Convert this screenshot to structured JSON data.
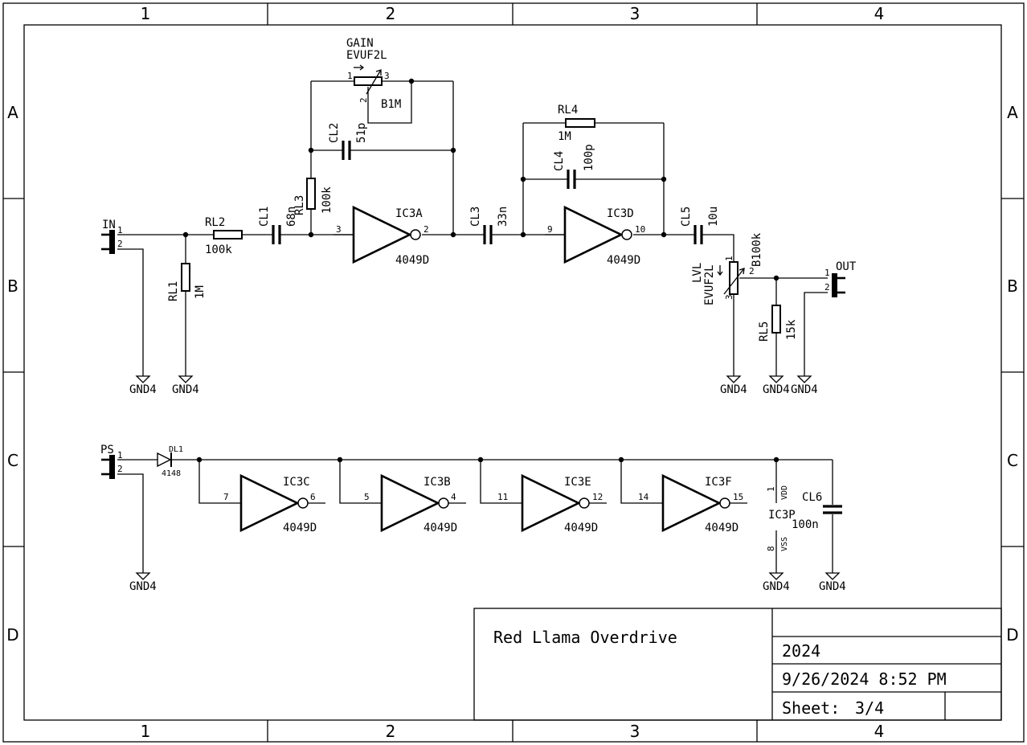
{
  "frame": {
    "columns": [
      "1",
      "2",
      "3",
      "4"
    ],
    "rows": [
      "A",
      "B",
      "C",
      "D"
    ]
  },
  "title_block": {
    "title": "Red Llama Overdrive",
    "year": "2024",
    "datetime": "9/26/2024 8:52 PM",
    "sheet_label": "Sheet:",
    "sheet_value": "3/4"
  },
  "components": {
    "in_conn": "IN",
    "out_conn": "OUT",
    "ps_conn": "PS",
    "rl1": {
      "name": "RL1",
      "value": "1M"
    },
    "rl2": {
      "name": "RL2",
      "value": "100k"
    },
    "rl3": {
      "name": "RL3",
      "value": "100k"
    },
    "rl4": {
      "name": "RL4",
      "value": "1M"
    },
    "rl5": {
      "name": "RL5",
      "value": "15k"
    },
    "cl1": {
      "name": "CL1",
      "value": "68n"
    },
    "cl2": {
      "name": "CL2",
      "value": "51p"
    },
    "cl3": {
      "name": "CL3",
      "value": "33n"
    },
    "cl4": {
      "name": "CL4",
      "value": "100p"
    },
    "cl5": {
      "name": "CL5",
      "value": "10u"
    },
    "cl6": {
      "name": "CL6",
      "value": "100n"
    },
    "gain": {
      "name": "GAIN",
      "part": "EVUF2L",
      "value": "B1M"
    },
    "lvl": {
      "name": "LVL",
      "part": "EVUF2L",
      "value": "B100k"
    },
    "dl1": {
      "name": "DL1",
      "value": "4148"
    },
    "ic3a": {
      "name": "IC3A",
      "value": "4049D"
    },
    "ic3d": {
      "name": "IC3D",
      "value": "4049D"
    },
    "ic3c": {
      "name": "IC3C",
      "value": "4049D"
    },
    "ic3b": {
      "name": "IC3B",
      "value": "4049D"
    },
    "ic3e": {
      "name": "IC3E",
      "value": "4049D"
    },
    "ic3f": {
      "name": "IC3F",
      "value": "4049D"
    },
    "ic3p": {
      "name": "IC3P",
      "vdd": "VDD",
      "vss": "VSS"
    },
    "gnd": "GND4"
  }
}
